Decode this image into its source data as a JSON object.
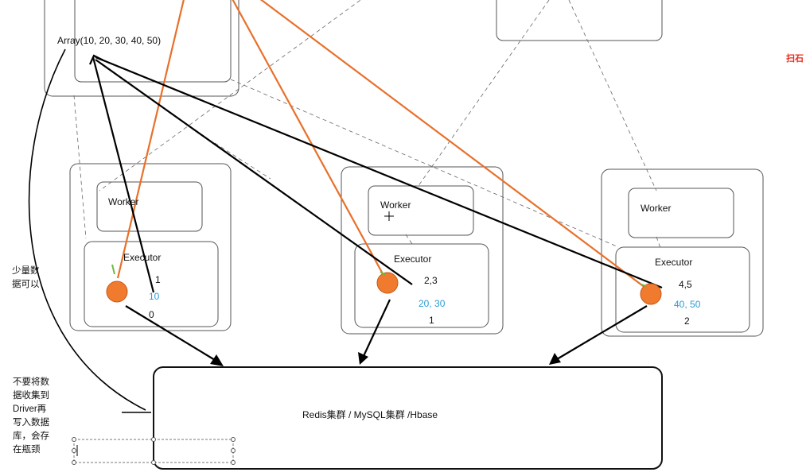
{
  "driver": {
    "array_label": "Array(10, 20, 30, 40, 50)"
  },
  "nodes": [
    {
      "worker_label": "Worker",
      "executor_label": "Executor",
      "partition_index": "0",
      "element_indices": "1",
      "element_values": "10"
    },
    {
      "worker_label": "Worker",
      "executor_label": "Executor",
      "partition_index": "1",
      "element_indices": "2,3",
      "element_values": "20, 30"
    },
    {
      "worker_label": "Worker",
      "executor_label": "Executor",
      "partition_index": "2",
      "element_indices": "4,5",
      "element_values": "40, 50"
    }
  ],
  "storage": {
    "label": "Redis集群 / MySQL集群 /Hbase"
  },
  "notes": {
    "small_data": "少量数据可以",
    "dont_collect": "不要将数据收集到Driver再写入数据库，会存在瓶颈"
  },
  "stamp": "扫石",
  "colors": {
    "orange": "#e8702a",
    "value_blue": "#2a9bd6",
    "dot_fill": "#f07a2e"
  }
}
